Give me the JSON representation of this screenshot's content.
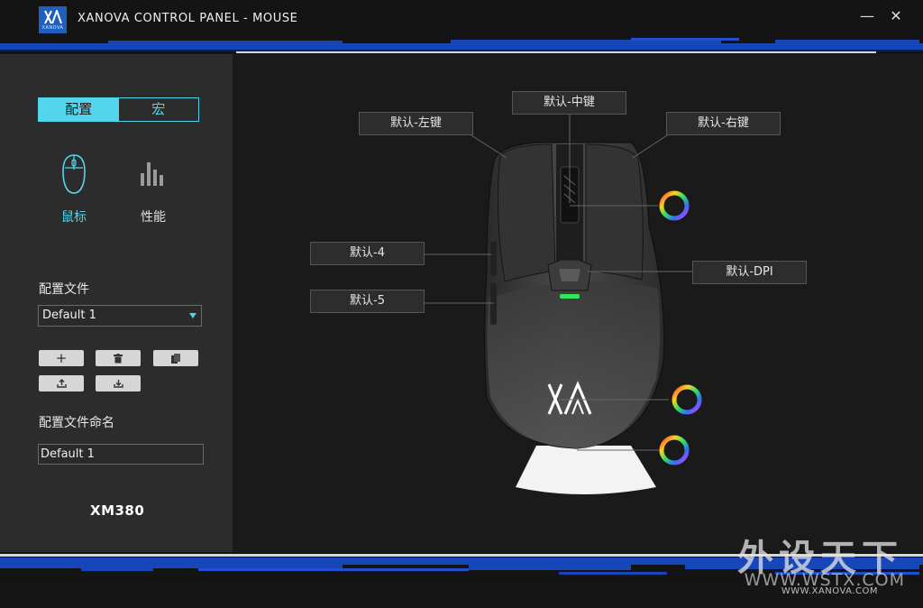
{
  "window": {
    "logo_text": "XANOVA",
    "title": "XANOVA CONTROL PANEL - MOUSE",
    "minimize": "—",
    "close": "✕"
  },
  "sidebar": {
    "tabs": [
      {
        "label": "配置",
        "active": true
      },
      {
        "label": "宏",
        "active": false
      }
    ],
    "nav": [
      {
        "label": "鼠标",
        "icon": "mouse-icon",
        "active": true
      },
      {
        "label": "性能",
        "icon": "bars-icon",
        "active": false
      }
    ],
    "profile_label": "配置文件",
    "profile_selected": "Default 1",
    "buttons": [
      {
        "icon": "plus-icon",
        "glyph": "+"
      },
      {
        "icon": "trash-icon",
        "glyph": ""
      },
      {
        "icon": "copy-icon",
        "glyph": ""
      },
      {
        "icon": "export-icon",
        "glyph": ""
      },
      {
        "icon": "import-icon",
        "glyph": ""
      }
    ],
    "profile_name_label": "配置文件命名",
    "profile_name_value": "Default 1",
    "model": "XM380"
  },
  "mouse": {
    "callouts": {
      "middle": "默认-中键",
      "left": "默认-左键",
      "right": "默认-右键",
      "btn4": "默认-4",
      "btn5": "默认-5",
      "dpi": "默认-DPI"
    },
    "rgb_zones": 3
  },
  "watermark": {
    "cn": "外设天下",
    "url": "WWW.WSTX.COM",
    "url2": "WWW.XANOVA.COM"
  },
  "colors": {
    "accent": "#53d6ec",
    "brand_blue": "#1f5fc0",
    "stripe_blue": "#1746b8"
  }
}
